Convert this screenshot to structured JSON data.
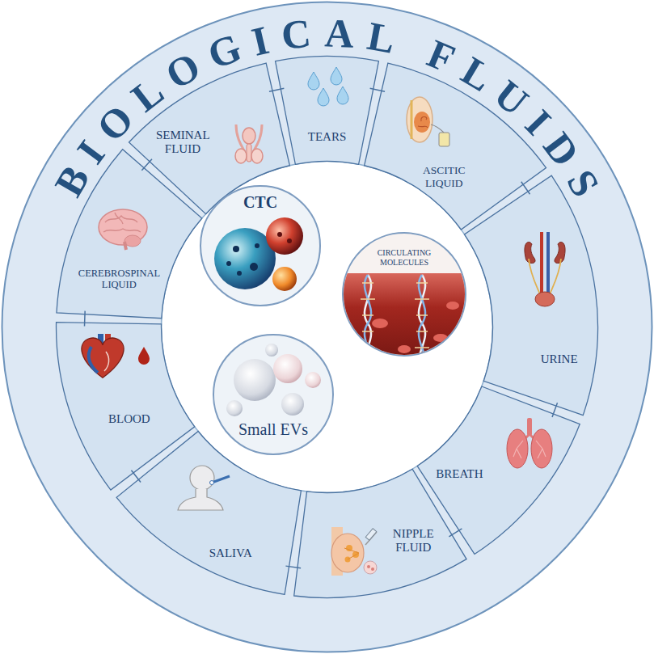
{
  "diagram": {
    "title": "BIOLOGICAL FLUIDS",
    "nodes": [
      {
        "text": [
          "SEMINAL FLUID"
        ]
      },
      {
        "text": [
          "TEARS"
        ]
      },
      {
        "text": [
          "ASCITIC LIQUID"
        ]
      },
      {
        "text": [
          "URINE"
        ]
      },
      {
        "text": [
          "BREATH"
        ]
      },
      {
        "text": [
          "NIPPLE FLUID"
        ]
      },
      {
        "text": [
          "SALIVA"
        ]
      },
      {
        "text": [
          "BLOOD"
        ]
      },
      {
        "text": [
          "CEREBROSPINAL LIQUID"
        ]
      },
      {
        "text": [
          "CTC"
        ]
      },
      {
        "text": [
          "CIRCULATING MOLECULES"
        ]
      },
      {
        "text": [
          "Small EVs"
        ]
      }
    ]
  }
}
